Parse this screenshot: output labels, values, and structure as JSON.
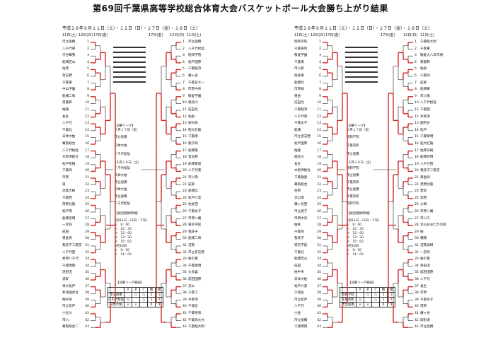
{
  "title": "第69回千葉県高等学校総合体育大会バスケットボール大会勝ち上がり結果",
  "boys_dates": "平成２８年６月１１日（土）・１２日（日）・１７日（金）・１８日（土）",
  "girls_dates": "平成２８年６月１１日（土）・１２日（日）・１７日（金）・１８日（土）",
  "col_headers": {
    "d11": "11日(土)",
    "d12": "12日(日)",
    "d17": "17日(金)",
    "d18": "18日(土)"
  },
  "boys": {
    "left_teams": [
      "市立船橋",
      "八千代東",
      "渋谷幕張",
      "船橋芝山",
      "佐原",
      "習志野",
      "千葉東",
      "中山学園",
      "船橋二和",
      "東葛飾",
      "柏陵",
      "長生",
      "八千代",
      "千葉北",
      "日体大柏",
      "幕張総合",
      "八千代松陰",
      "木更津総合",
      "松戸馬橋",
      "千葉商",
      "市原",
      "東",
      "流経大柏",
      "千葉西",
      "茂原北陵",
      "松戸南",
      "船橋啓明",
      "一宮商",
      "成田",
      "東金商",
      "我孫子二階堂",
      "八千代西",
      "秀明八千代",
      "千葉明徳",
      "津田沼",
      "浦安",
      "専大松戸",
      "和洋国府台",
      "柏中央",
      "市立松戸",
      "小見川",
      "市川",
      "幕張総合二"
    ],
    "right_teams": [
      "市立船橋",
      "八千代松陰",
      "昭和学院",
      "松戸国際",
      "千葉経済",
      "鎌ヶ谷",
      "千葉日大一",
      "市原中央",
      "敬愛学園",
      "検見川",
      "成田北",
      "佐倉",
      "柏日体",
      "拓大紅陵",
      "千葉南",
      "銚子商",
      "船橋東",
      "習志野",
      "船橋豊富",
      "八千代東",
      "市川南",
      "成東",
      "船橋北",
      "松戸六実",
      "佐倉西",
      "千葉女子",
      "市原八幡",
      "東京学館",
      "我孫子",
      "船橋二和",
      "沼南",
      "市立習志野",
      "柏の葉",
      "千葉黎明",
      "大多喜",
      "成田国際",
      "流山",
      "千葉工",
      "木更津",
      "千城台",
      "千葉英和",
      "千葉商大付",
      "千葉経大附"
    ],
    "semi_label": "【決勝リーグ】",
    "semi_date": "６月１７日（金）",
    "semi_teams": [
      "市立船橋",
      "日体大柏",
      "八千代松陰"
    ],
    "final_date": "６月１８日（土）",
    "final_rows": [
      "八千代松陰",
      "日体大柏",
      "市立船橋",
      "日体大柏",
      "市立船橋",
      "八千代松陰"
    ],
    "times_label": "【試合開始時間】",
    "times": [
      "6月11日・12日・17日",
      "①　9：00",
      "②　10：30",
      "③　12：00",
      "④　13：30",
      "⑤　15：00",
      "6月18日",
      "①　9：30",
      "②　11：00"
    ],
    "result_label": "【決勝リーグ戦表】",
    "result_head": [
      "",
      "A",
      "B",
      "C",
      "勝",
      "順"
    ],
    "result_rows": [
      [
        "市立船橋",
        "",
        "○",
        "○",
        "2",
        "1"
      ],
      [
        "八千代松陰",
        "×",
        "",
        "○",
        "1",
        "2"
      ],
      [
        "日体大柏",
        "×",
        "×",
        "",
        "0",
        "3"
      ]
    ]
  },
  "girls": {
    "left_teams": [
      "昭和学院",
      "千葉英和",
      "敬愛学園",
      "千葉南",
      "市川昴",
      "佐倉東",
      "船橋北",
      "市原緑",
      "東金",
      "成田北",
      "千葉経済",
      "八千代東",
      "千葉女子",
      "船橋",
      "市立習志野",
      "松戸国際",
      "柏陵",
      "検見川",
      "長生",
      "木更津総合",
      "千葉敬愛",
      "幕張総合",
      "佐原",
      "流山南",
      "鎌ヶ谷西",
      "市立銚子",
      "市原中央",
      "柏井",
      "千葉商",
      "我孫子",
      "東京学館",
      "千葉北",
      "船橋芝山",
      "成田",
      "柏中央",
      "日体大柏",
      "松戸六実",
      "千城台",
      "市立松戸",
      "八千代",
      "小金",
      "市立船橋",
      "千葉明徳"
    ],
    "right_teams": [
      "千葉経大附",
      "千葉東",
      "敬愛大八日市場",
      "東葛飾",
      "佐倉",
      "千葉商",
      "成東",
      "船橋東",
      "市川南",
      "八千代松陰",
      "千葉西",
      "木更津",
      "国府台",
      "松戸",
      "千葉黎明",
      "拓大紅陵",
      "佐原白楊",
      "船橋啓明",
      "八千代西",
      "我孫子二階堂",
      "東金商",
      "茂原北陵",
      "若松",
      "実籾",
      "大網",
      "市原八幡",
      "市川工",
      "流山おおたかの森",
      "柏",
      "犢橋",
      "沼南高柳",
      "一宮商",
      "柏の葉",
      "津田沼",
      "成田国際",
      "八千代",
      "長生",
      "市原",
      "千葉女子",
      "茂原",
      "鎌ヶ谷",
      "四街道",
      "市立船橋"
    ],
    "semi_label": "【決勝リーグ】",
    "semi_date": "６月１７日（金）",
    "semi_teams": [
      "昭和学院",
      "千葉英和",
      "市立船橋"
    ],
    "final_date": "６月１８日（土）",
    "final_rows": [
      "昭和学院",
      "市立船橋",
      "千葉英和",
      "市立船橋",
      "千葉英和",
      "昭和学院"
    ],
    "times_label": "【試合開始時間】",
    "times": [
      "6月11日・12日・17日",
      "①　9：00",
      "②　10：30",
      "③　12：00",
      "④　13：30",
      "⑤　15：00",
      "6月18日",
      "①　9：30",
      "②　11：00"
    ],
    "result_label": "【決勝リーグ戦表】",
    "result_head": [
      "",
      "A",
      "B",
      "C",
      "勝",
      "順"
    ],
    "result_rows": [
      [
        "昭和学院",
        "",
        "○",
        "○",
        "2",
        "1"
      ],
      [
        "千葉英和",
        "×",
        "",
        "○",
        "1",
        "2"
      ],
      [
        "市立船橋",
        "×",
        "×",
        "",
        "0",
        "3"
      ]
    ]
  },
  "colors": {
    "win_line": "#d22a2a",
    "line": "#222222"
  }
}
